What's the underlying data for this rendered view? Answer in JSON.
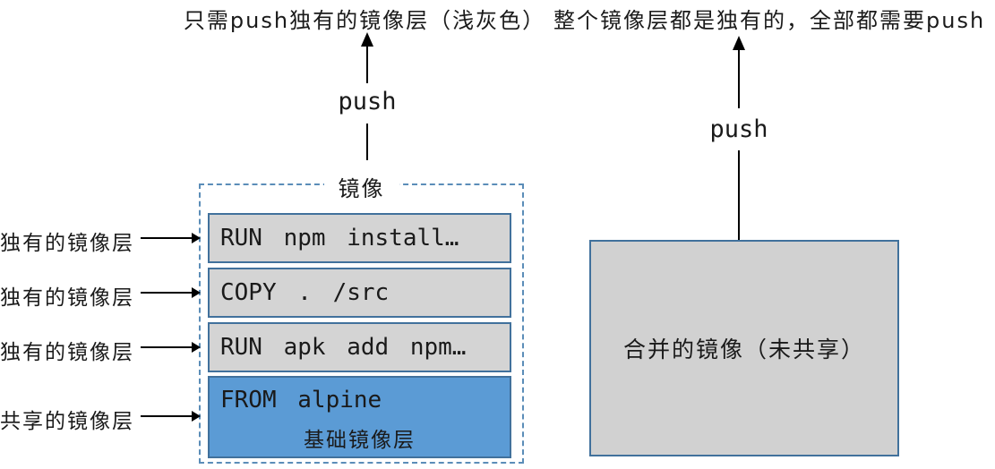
{
  "annotations": {
    "left": "只需push独有的镜像层（浅灰色）",
    "right": "整个镜像层都是独有的，全部都需要push"
  },
  "push_arrows": {
    "left_label": "push",
    "right_label": "push"
  },
  "image_box": {
    "title": "镜像",
    "layers": [
      {
        "cmd": "RUN npm install…"
      },
      {
        "cmd": "COPY . /src"
      },
      {
        "cmd": "RUN apk add npm…"
      },
      {
        "cmd": "FROM alpine",
        "caption": "基础镜像层"
      }
    ]
  },
  "side_labels": [
    "独有的镜像层",
    "独有的镜像层",
    "独有的镜像层",
    "共享的镜像层"
  ],
  "merged_box": {
    "label": "合并的镜像（未共享）"
  },
  "colors": {
    "layer_gray": "#d4d4d4",
    "layer_blue": "#5b9bd5",
    "solid_border_blue": "#41719c",
    "dashed_border_blue": "#5b8db8",
    "arrow_black": "#000000"
  }
}
